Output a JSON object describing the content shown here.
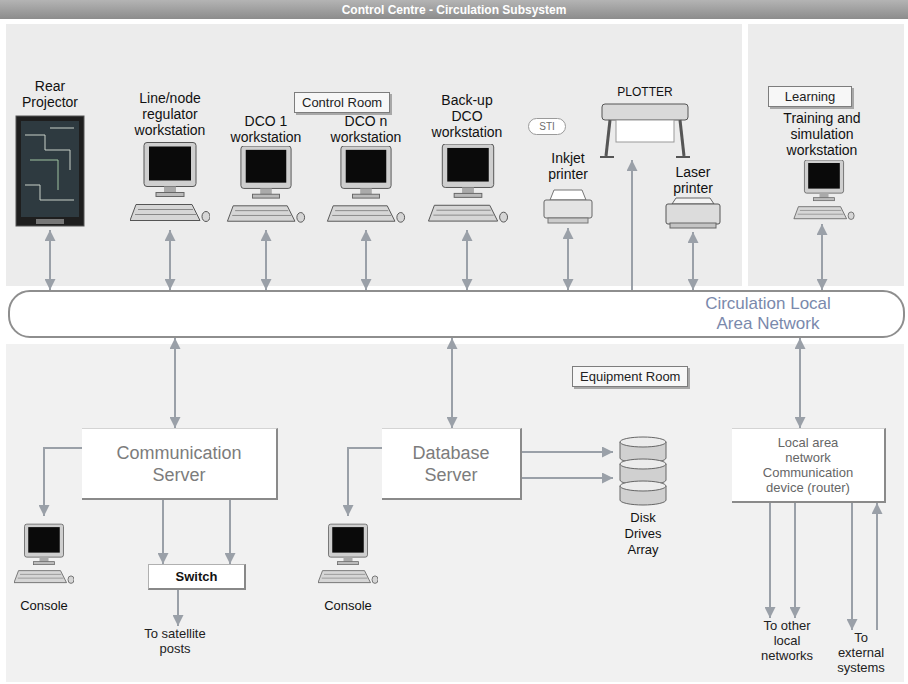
{
  "diagram": {
    "title": "Control Centre - Circulation Subsystem",
    "nodes": [
      {
        "text": [
          "Control Room"
        ]
      },
      {
        "text": [
          "Rear Projector"
        ]
      },
      {
        "text": [
          "Line/node regulator workstation"
        ]
      },
      {
        "text": [
          "DCO 1 workstation"
        ]
      },
      {
        "text": [
          "DCO n workstation"
        ]
      },
      {
        "text": [
          "Back-up DCO workstation"
        ]
      },
      {
        "text": [
          "STI"
        ]
      },
      {
        "text": [
          "Inkjet printer"
        ]
      },
      {
        "text": [
          "PLOTTER"
        ]
      },
      {
        "text": [
          "Laser printer"
        ]
      },
      {
        "text": [
          "Learning"
        ]
      },
      {
        "text": [
          "Training and simulation workstation"
        ]
      },
      {
        "text": [
          "Circulation Local Area Network"
        ]
      },
      {
        "text": [
          "Equipment Room"
        ]
      },
      {
        "text": [
          "Communication Server"
        ]
      },
      {
        "text": [
          "Database Server"
        ]
      },
      {
        "text": [
          "Disk Drives Array"
        ]
      },
      {
        "text": [
          "Local area network Communication device (router)"
        ]
      },
      {
        "text": [
          "Console"
        ]
      },
      {
        "text": [
          "Switch"
        ]
      },
      {
        "text": [
          "To satellite posts"
        ]
      },
      {
        "text": [
          "Console"
        ]
      },
      {
        "text": [
          "To other local networks"
        ]
      },
      {
        "text": [
          "To external systems"
        ]
      }
    ],
    "edges": [
      {
        "from": 1,
        "to": 12,
        "arrow": "both"
      },
      {
        "from": 2,
        "to": 12,
        "arrow": "both"
      },
      {
        "from": 3,
        "to": 12,
        "arrow": "both"
      },
      {
        "from": 4,
        "to": 12,
        "arrow": "both"
      },
      {
        "from": 5,
        "to": 12,
        "arrow": "both"
      },
      {
        "from": 7,
        "to": 12,
        "arrow": "both"
      },
      {
        "from": 12,
        "to": 8,
        "arrow": "to"
      },
      {
        "from": 9,
        "to": 12,
        "arrow": "both"
      },
      {
        "from": 11,
        "to": 12,
        "arrow": "both"
      },
      {
        "from": 12,
        "to": 14,
        "arrow": "both"
      },
      {
        "from": 12,
        "to": 15,
        "arrow": "both"
      },
      {
        "from": 12,
        "to": 17,
        "arrow": "both"
      },
      {
        "from": 14,
        "to": 18,
        "arrow": "to"
      },
      {
        "from": 14,
        "to": 19,
        "arrow": "to"
      },
      {
        "from": 14,
        "to": 19,
        "arrow": "to"
      },
      {
        "from": 19,
        "to": 20,
        "arrow": "to"
      },
      {
        "from": 15,
        "to": 21,
        "arrow": "to"
      },
      {
        "from": 15,
        "to": 16,
        "arrow": "to"
      },
      {
        "from": 15,
        "to": 16,
        "arrow": "to"
      },
      {
        "from": 17,
        "to": 22,
        "arrow": "to"
      },
      {
        "from": 17,
        "to": 22,
        "arrow": "to"
      },
      {
        "from": 17,
        "to": 23,
        "arrow": "to"
      },
      {
        "from": 23,
        "to": 17,
        "arrow": "to"
      }
    ]
  }
}
